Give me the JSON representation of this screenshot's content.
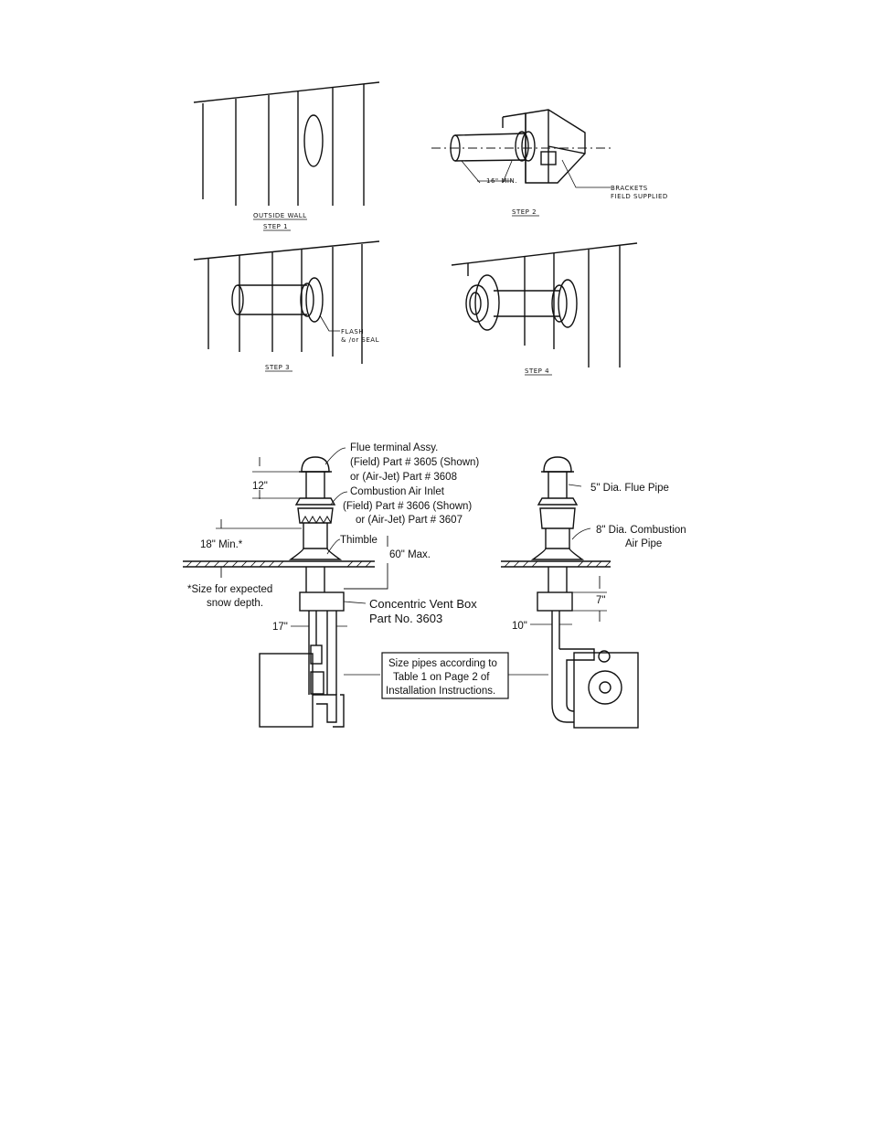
{
  "steps": {
    "step1_caption_a": "OUTSIDE WALL",
    "step1_caption_b": "STEP 1",
    "step2_caption": "STEP 2",
    "step2_dim": "16\" MIN.",
    "step2_brackets_a": "BRACKETS",
    "step2_brackets_b": "FIELD SUPPLIED",
    "step3_caption": "STEP 3",
    "step3_flash_a": "FLASH",
    "step3_flash_b": "& /or SEAL",
    "step4_caption": "STEP 4"
  },
  "vent": {
    "flue_terminal": "Flue terminal  Assy.",
    "flue_field": "(Field) Part # 3605   (Shown)",
    "flue_airjet": "or (Air-Jet) Part # 3608",
    "dim_12": "12\"",
    "combustion_inlet": "Combustion Air Inlet",
    "inlet_field": "(Field) Part # 3606 (Shown)",
    "inlet_airjet": "or (Air-Jet) Part # 3607",
    "thimble": "Thimble",
    "max_60": "60\" Max.",
    "min_18": "18\" Min.*",
    "snow_a": "*Size for expected",
    "snow_b": "snow depth.",
    "vent_box_a": "Concentric Vent Box",
    "vent_box_b": "Part No. 3603",
    "dim_17": "17\"",
    "size_note_a": "Size pipes according to",
    "size_note_b": "Table 1 on Page 2 of",
    "size_note_c": "Installation Instructions.",
    "flue_pipe": "5\"  Dia. Flue Pipe",
    "combustion_pipe_a": "8\" Dia. Combustion",
    "combustion_pipe_b": "Air Pipe",
    "dim_7": "7\"",
    "dim_10": "10\""
  }
}
